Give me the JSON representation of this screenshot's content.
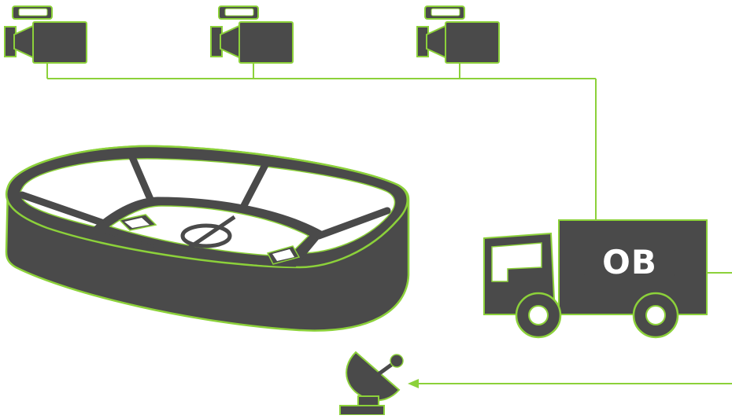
{
  "colors": {
    "accent": "#8cd13a",
    "fill": "#4a4a4a",
    "background": "#ffffff",
    "label": "#ffffff"
  },
  "diagram": {
    "nodes": [
      {
        "name": "camera-1",
        "icon": "video-camera-icon"
      },
      {
        "name": "camera-2",
        "icon": "video-camera-icon"
      },
      {
        "name": "camera-3",
        "icon": "video-camera-icon"
      },
      {
        "name": "stadium",
        "icon": "stadium-icon"
      },
      {
        "name": "ob-truck",
        "icon": "truck-icon",
        "label": "OB"
      },
      {
        "name": "satellite-dish",
        "icon": "satellite-dish-icon"
      }
    ],
    "edges": [
      {
        "from": "camera-1",
        "to": "ob-truck"
      },
      {
        "from": "camera-2",
        "to": "ob-truck"
      },
      {
        "from": "camera-3",
        "to": "ob-truck"
      },
      {
        "from": "ob-truck",
        "to": "off-page-right"
      },
      {
        "from": "off-page-right",
        "to": "satellite-dish",
        "arrow": true
      }
    ]
  }
}
